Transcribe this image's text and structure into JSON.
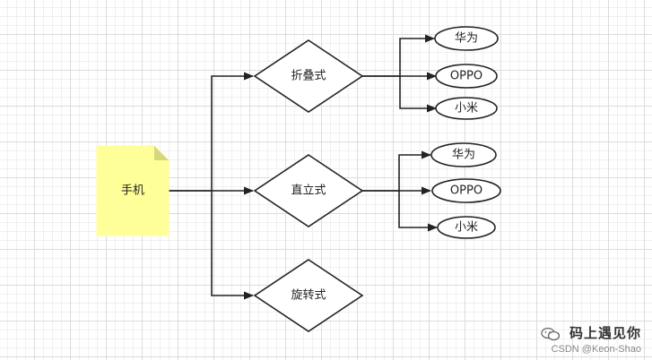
{
  "root": {
    "label": "手机"
  },
  "categories": [
    {
      "label": "折叠式",
      "brands": [
        "华为",
        "OPPO",
        "小米"
      ]
    },
    {
      "label": "直立式",
      "brands": [
        "华为",
        "OPPO",
        "小米"
      ]
    },
    {
      "label": "旋转式",
      "brands": []
    }
  ],
  "watermark": {
    "title": "码上遇见你",
    "credit": "CSDN @Keon-Shao"
  },
  "colors": {
    "note_fill": "#ffff99",
    "note_fold": "#d6d67a",
    "stroke": "#222222"
  }
}
